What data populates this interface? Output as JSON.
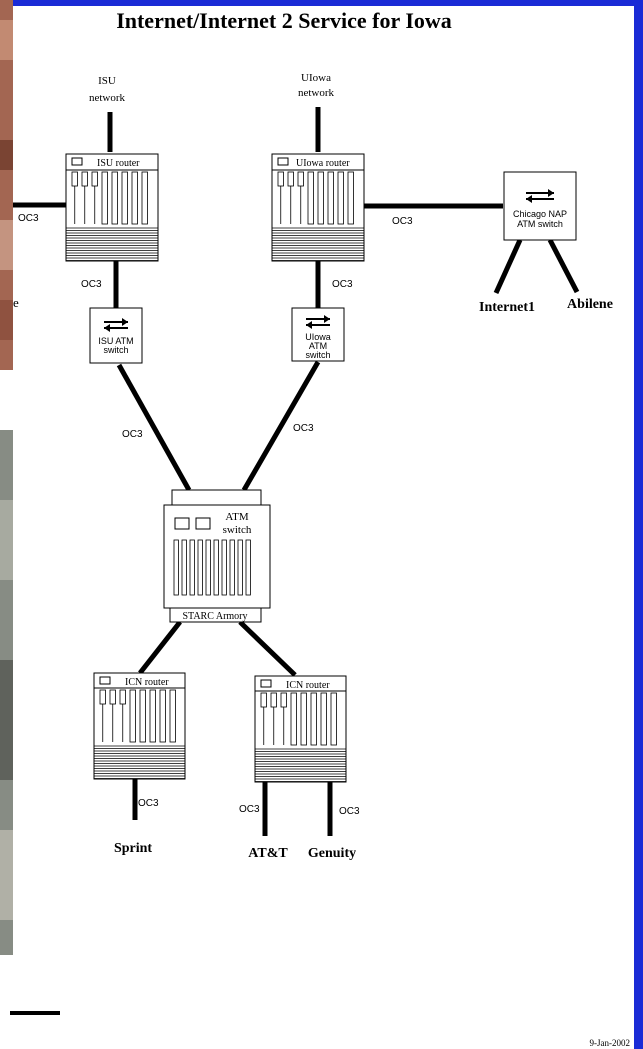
{
  "title": "Internet/Internet 2 Service for Iowa",
  "date": "9-Jan-2002",
  "networks": {
    "isu": [
      "ISU",
      "network"
    ],
    "uiowa": [
      "UIowa",
      "network"
    ]
  },
  "routers": {
    "isu": "ISU router",
    "uiowa": "UIowa router",
    "icn_left": "ICN router",
    "icn_right": "ICN router"
  },
  "switches": {
    "isu_atm": [
      "ISU ATM",
      "switch"
    ],
    "uiowa_atm": [
      "UIowa",
      "ATM",
      "switch"
    ],
    "chicago_nap": [
      "Chicago NAP",
      "ATM switch"
    ],
    "central_atm": [
      "ATM",
      "switch"
    ],
    "central_location": "STARC Armory"
  },
  "link_label": "OC3",
  "providers": {
    "internet1": "Internet1",
    "abilene": "Abilene",
    "sprint": "Sprint",
    "att": "AT&T",
    "genuity": "Genuity"
  },
  "side_fragment": "e",
  "colors": {
    "border_blue": "#1a2bd6",
    "brick_red": "#a05a48",
    "photo_grey": "#8a8f88",
    "line": "#000000"
  }
}
